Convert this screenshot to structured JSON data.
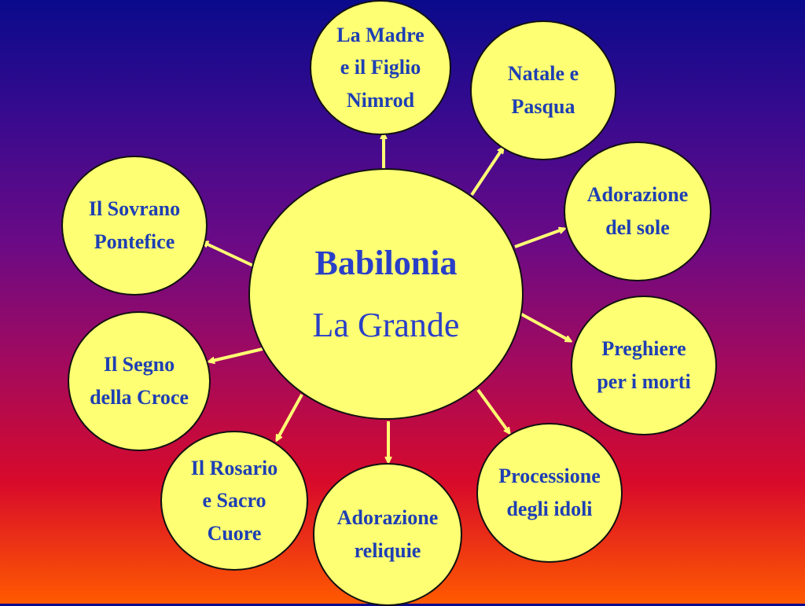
{
  "diagram": {
    "center": {
      "line1": "Babilonia",
      "line2": "La Grande"
    },
    "nodes": [
      {
        "label": "La Madre\ne il Figlio\nNimrod"
      },
      {
        "label": "Natale e\nPasqua"
      },
      {
        "label": "Adorazione\ndel sole"
      },
      {
        "label": "Preghiere\nper i morti"
      },
      {
        "label": "Processione\ndegli idoli"
      },
      {
        "label": "Adorazione\nreliquie"
      },
      {
        "label": "Il Rosario\ne Sacro\nCuore"
      },
      {
        "label": "Il Segno\ndella Croce"
      },
      {
        "label": "Il Sovrano\nPontefice"
      }
    ],
    "colors": {
      "node_fill": "#ffff73",
      "text": "#1e3fb4",
      "arrow": "#ffff73"
    }
  }
}
